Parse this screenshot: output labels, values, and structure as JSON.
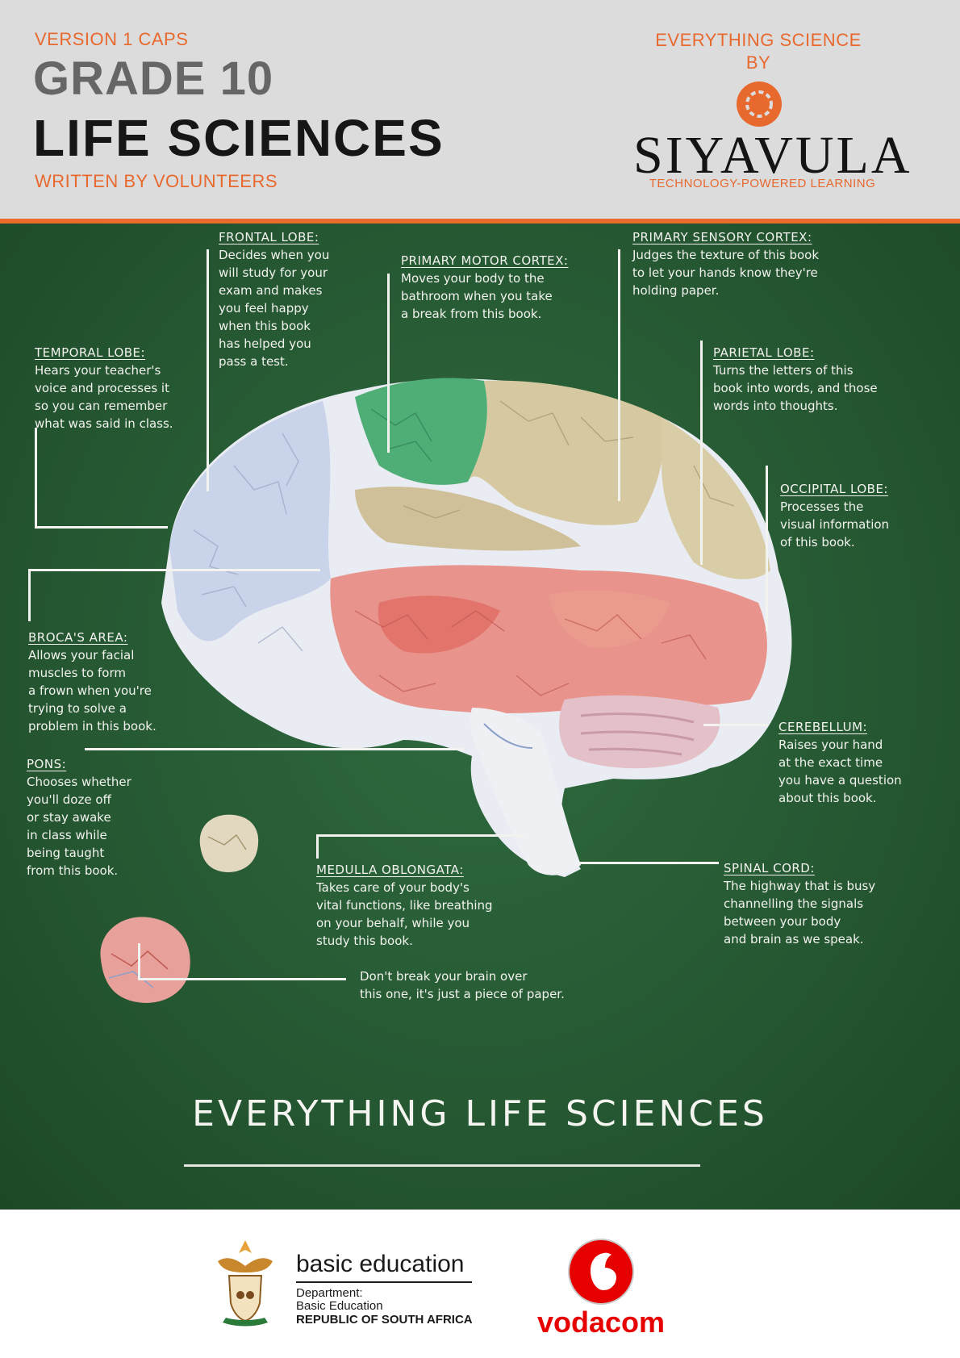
{
  "header": {
    "version": "VERSION 1 CAPS",
    "grade": "GRADE 10",
    "subject": "LIFE SCIENCES",
    "written_by": "WRITTEN BY VOLUNTEERS",
    "everything_science": "EVERYTHING SCIENCE",
    "by": "BY",
    "publisher": "SIYAVULA",
    "tagline": "TECHNOLOGY-POWERED LEARNING"
  },
  "annotations": {
    "frontal": {
      "title": "FRONTAL LOBE:",
      "lines": [
        "Decides when you",
        "will study for your",
        "exam and makes",
        "you feel happy",
        "when this book",
        "has helped you",
        "pass a test."
      ]
    },
    "motor": {
      "title": "PRIMARY MOTOR CORTEX:",
      "lines": [
        "Moves your body to the",
        "bathroom when you take",
        "a break from this book."
      ]
    },
    "sensory": {
      "title": "PRIMARY SENSORY CORTEX:",
      "lines": [
        "Judges the texture of this book",
        "to let your hands know they're",
        "holding paper."
      ]
    },
    "temporal": {
      "title": "TEMPORAL LOBE:",
      "lines": [
        "Hears your teacher's",
        "voice and processes it",
        "so you can remember",
        "what was said in class."
      ]
    },
    "parietal": {
      "title": "PARIETAL LOBE:",
      "lines": [
        "Turns the letters of this",
        "book into words, and those",
        "words into thoughts."
      ]
    },
    "occipital": {
      "title": "OCCIPITAL LOBE:",
      "lines": [
        "Processes the",
        "visual information",
        "of this book."
      ]
    },
    "broca": {
      "title": "BROCA'S AREA:",
      "lines": [
        "Allows your facial",
        "muscles to form",
        "a frown when you're",
        "trying to solve a",
        "problem in this book."
      ]
    },
    "pons": {
      "title": "PONS:",
      "lines": [
        "Chooses whether",
        "you'll doze off",
        "or stay awake",
        "in class while",
        "being taught",
        "from this book."
      ]
    },
    "cerebellum": {
      "title": "CEREBELLUM:",
      "lines": [
        "Raises your hand",
        "at the exact time",
        "you have a question",
        "about this book."
      ]
    },
    "medulla": {
      "title": "MEDULLA OBLONGATA:",
      "lines": [
        "Takes care of your body's",
        "vital functions, like breathing",
        "on your behalf, while you",
        "study this book."
      ]
    },
    "spinal": {
      "title": "SPINAL CORD:",
      "lines": [
        "The highway that is busy",
        "channelling the signals",
        "between your body",
        "and brain as we speak."
      ]
    },
    "paper": {
      "lines": [
        "Don't break your brain over",
        "this one, it's just a piece of paper."
      ]
    }
  },
  "board_title": "EVERYTHING LIFE SCIENCES",
  "sponsors": {
    "dbe_title": "basic education",
    "dbe_dept": "Department:",
    "dbe_name": "Basic Education",
    "dbe_country": "REPUBLIC OF SOUTH AFRICA",
    "vodacom": "vodacom"
  },
  "colors": {
    "accent": "#e8692e",
    "board": "#265933",
    "header_bg": "#dcdcdd",
    "vodacom_red": "#e60000"
  }
}
